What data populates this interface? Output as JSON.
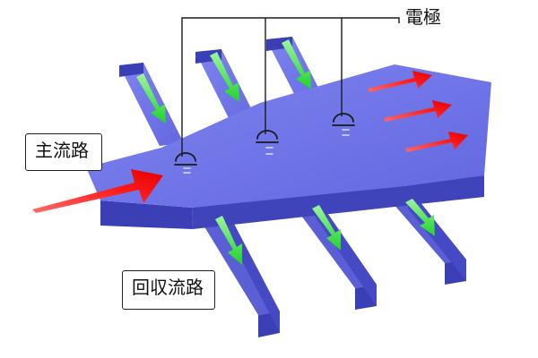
{
  "labels": {
    "main_flow": "主流路",
    "recovery_flow": "回収流路",
    "electrode": "電極"
  },
  "colors": {
    "channel_top": "#6f73e8",
    "channel_front": "#3a3fb6",
    "channel_right": "#4c50cc",
    "flow_arrow": "#ff1414",
    "recovery_arrow": "#22d82b",
    "electrode": "#1a1a1a"
  }
}
